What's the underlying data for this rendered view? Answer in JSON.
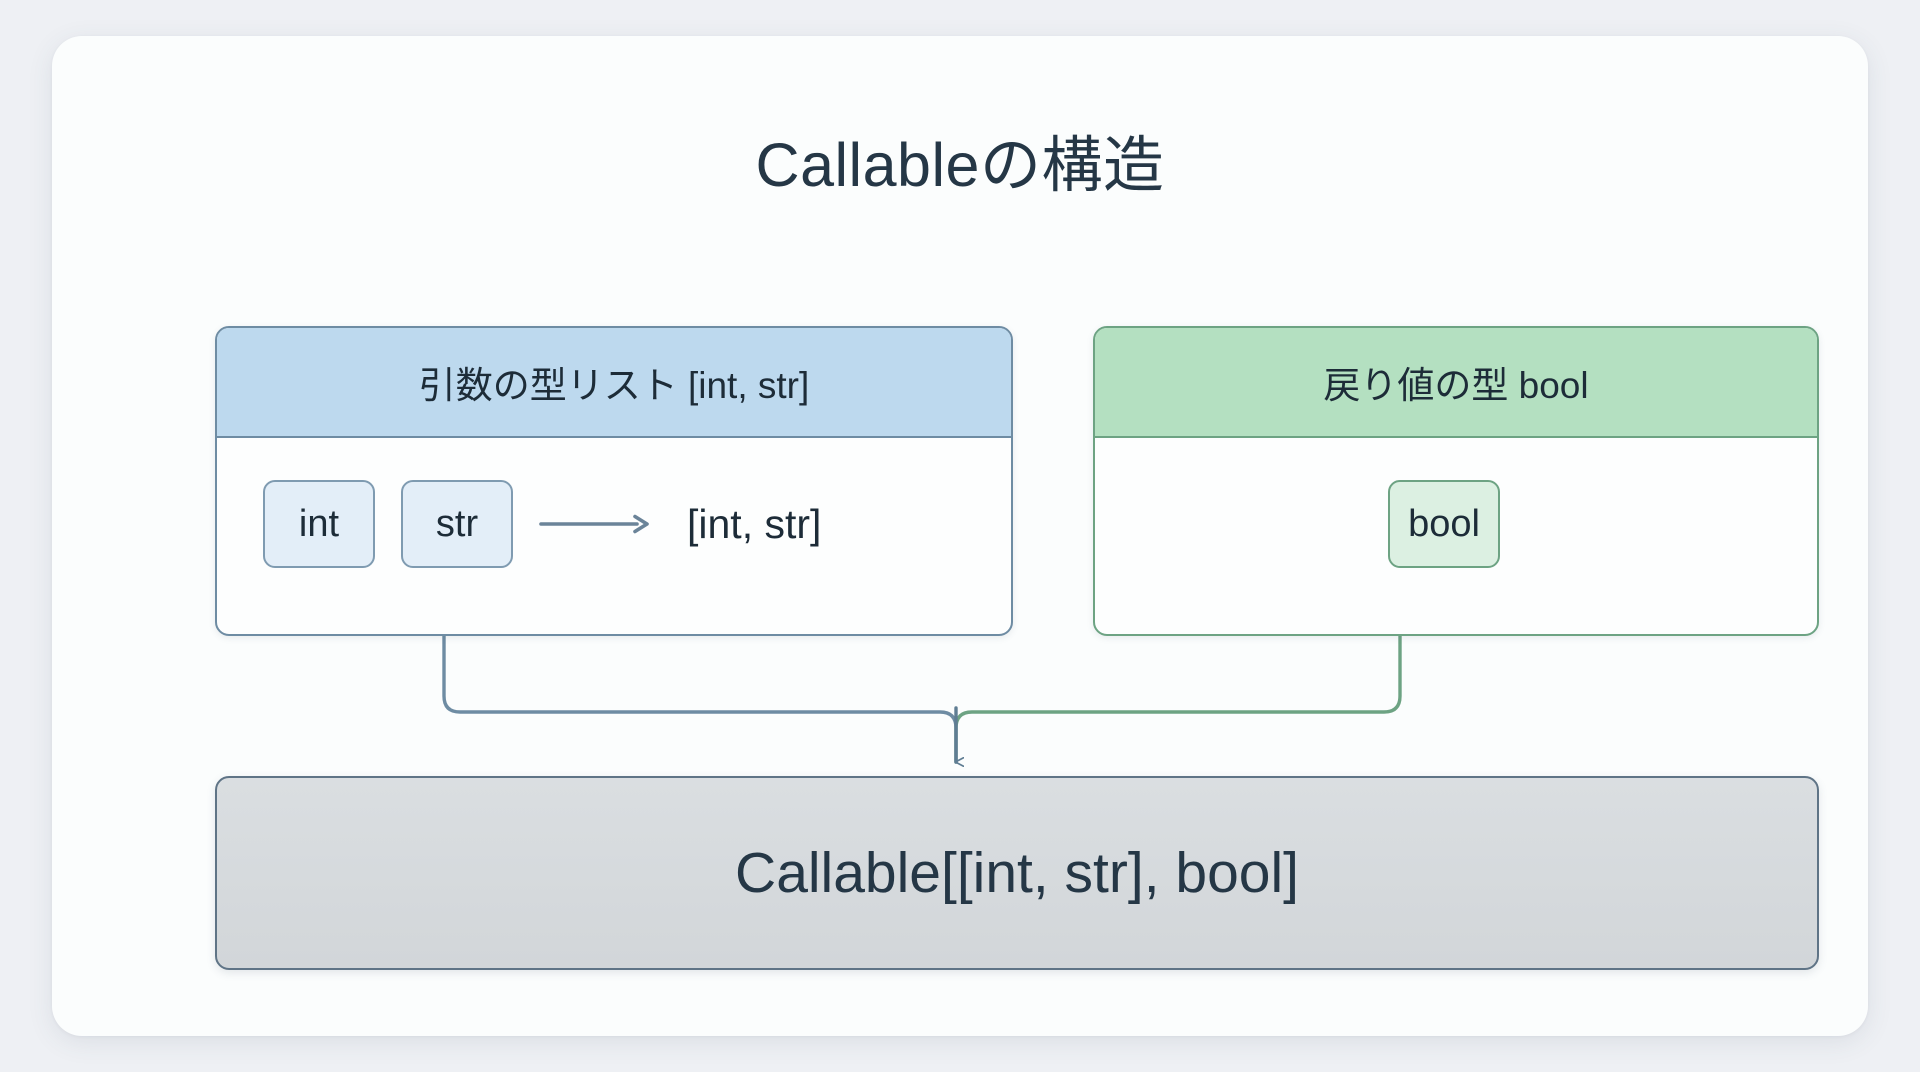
{
  "diagram": {
    "title": "Callableの構造",
    "colors": {
      "background": "#eef0f4",
      "card": "#fbfdfd",
      "args_header": "#bdd9ee",
      "args_border": "#6e8ca3",
      "return_header": "#b4e0c1",
      "return_border": "#6da383",
      "result_fill": "#d5d9dc",
      "result_border": "#5f7486",
      "text": "#253746"
    },
    "args_panel": {
      "header": "引数の型リスト [int, str]",
      "chips": [
        "int",
        "str"
      ],
      "arrow": "right-arrow-icon",
      "result_label": "[int, str]"
    },
    "return_panel": {
      "header": "戻り値の型 bool",
      "chips": [
        "bool"
      ]
    },
    "merge_arrow": "down-arrow-icon",
    "result_bar": {
      "label": "Callable[[int, str], bool]"
    }
  }
}
